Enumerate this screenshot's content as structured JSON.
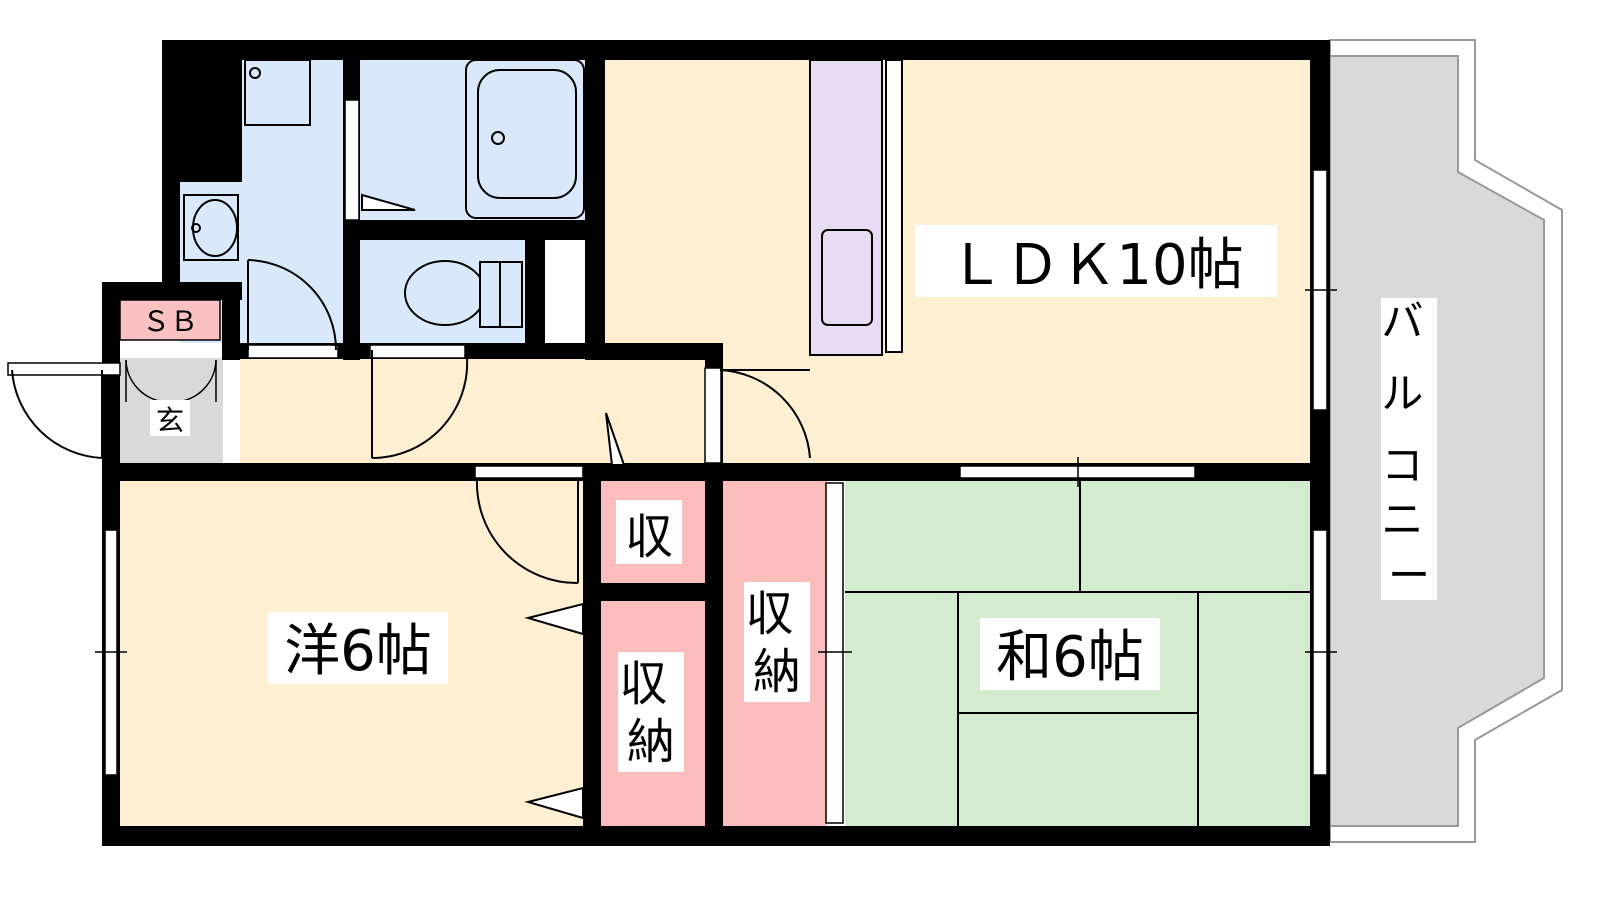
{
  "rooms": {
    "ldk": {
      "label": "ＬＤＫ10帖",
      "color": "#fdf0d2"
    },
    "western": {
      "label": "洋6帖",
      "color": "#fdf0d2"
    },
    "japanese": {
      "label": "和6帖",
      "color": "#d5ebcf"
    },
    "balcony": {
      "label": "バルコニー",
      "color": "#d9d9d9"
    },
    "entrance": {
      "label": "玄",
      "color": "#d9d9d9"
    },
    "shoe_box": {
      "label": "ＳＢ",
      "color": "#f9c1c2"
    },
    "storage_small": {
      "label": "収",
      "color": "#fbbcbc"
    },
    "storage_mid": {
      "label": "収納",
      "color": "#fbbcbc"
    },
    "storage_closet": {
      "label": "収納",
      "color": "#fbbcbc"
    },
    "bath": {
      "color": "#d9e8fa"
    },
    "kitchen_counter": {
      "color": "#e9dbf2"
    }
  },
  "colors": {
    "wall": "#000000",
    "balcony_outline": "#999999"
  }
}
